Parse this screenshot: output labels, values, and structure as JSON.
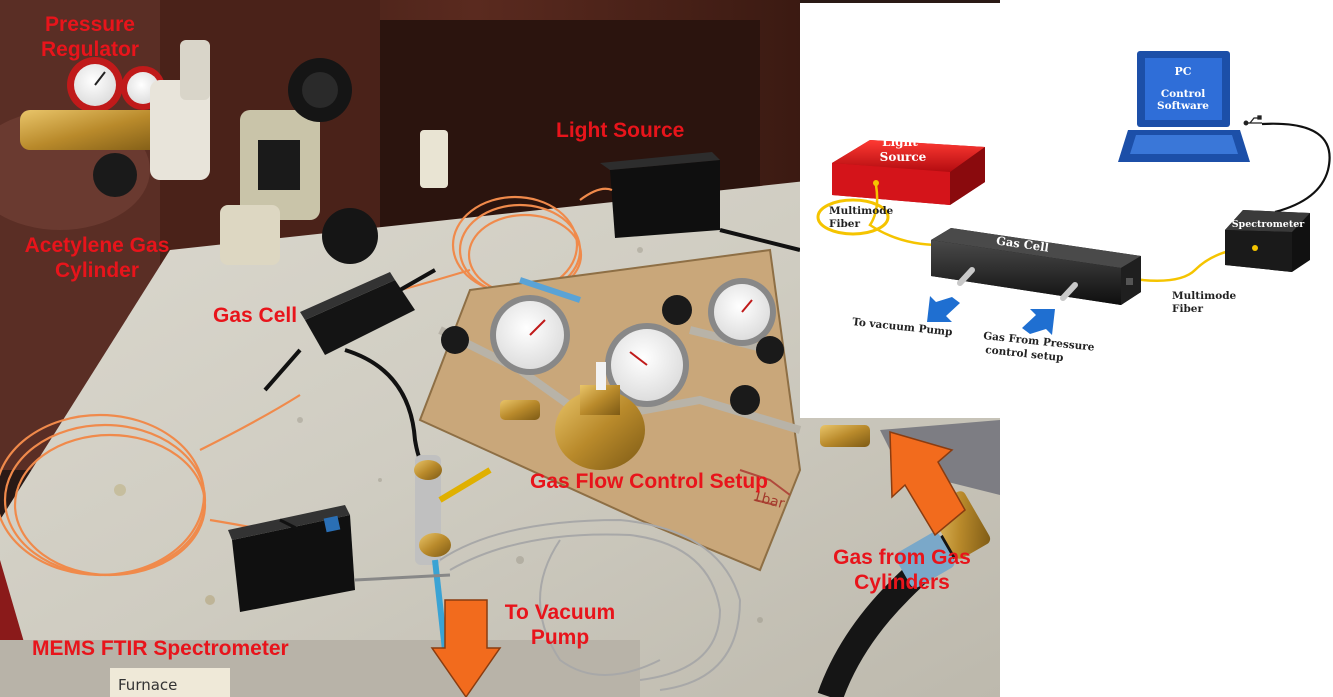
{
  "photo_labels": {
    "pressure_regulator_line1": "Pressure",
    "pressure_regulator_line2": "Regulator",
    "light_source": "Light Source",
    "acetylene_line1": "Acetylene Gas",
    "acetylene_line2": "Cylinder",
    "gas_cell": "Gas Cell",
    "gas_flow_control": "Gas Flow Control Setup",
    "gas_from_cylinders_line1": "Gas from Gas",
    "gas_from_cylinders_line2": "Cylinders",
    "to_vacuum_line1": "To Vacuum",
    "to_vacuum_line2": "Pump",
    "mems_ftir": "MEMS FTIR Spectrometer",
    "furnace_tag": "Furnace"
  },
  "photo_props": {
    "gauge_label": "1bar"
  },
  "diagram": {
    "pc_title": "PC",
    "pc_software_line1": "Control",
    "pc_software_line2": "Software",
    "light_source_line1": "Light",
    "light_source_line2": "Source",
    "multimode_left_line1": "Multimode",
    "multimode_left_line2": "Fiber",
    "gas_cell": "Gas Cell",
    "spectrometer": "Spectrometer",
    "multimode_right_line1": "Multimode",
    "multimode_right_line2": "Fiber",
    "to_vacuum": "To vacuum Pump",
    "gas_from_line1": "Gas From Pressure",
    "gas_from_line2": "control setup"
  },
  "colors": {
    "label_red": "#e8141b",
    "arrow_orange": "#f26b1d",
    "arrow_blue": "#1f6fd1",
    "fiber_yellow": "#f5c400",
    "light_source_red": "#e5141b",
    "laptop_blue": "#1c4fa8",
    "fiber_orange": "#f08a4b"
  }
}
